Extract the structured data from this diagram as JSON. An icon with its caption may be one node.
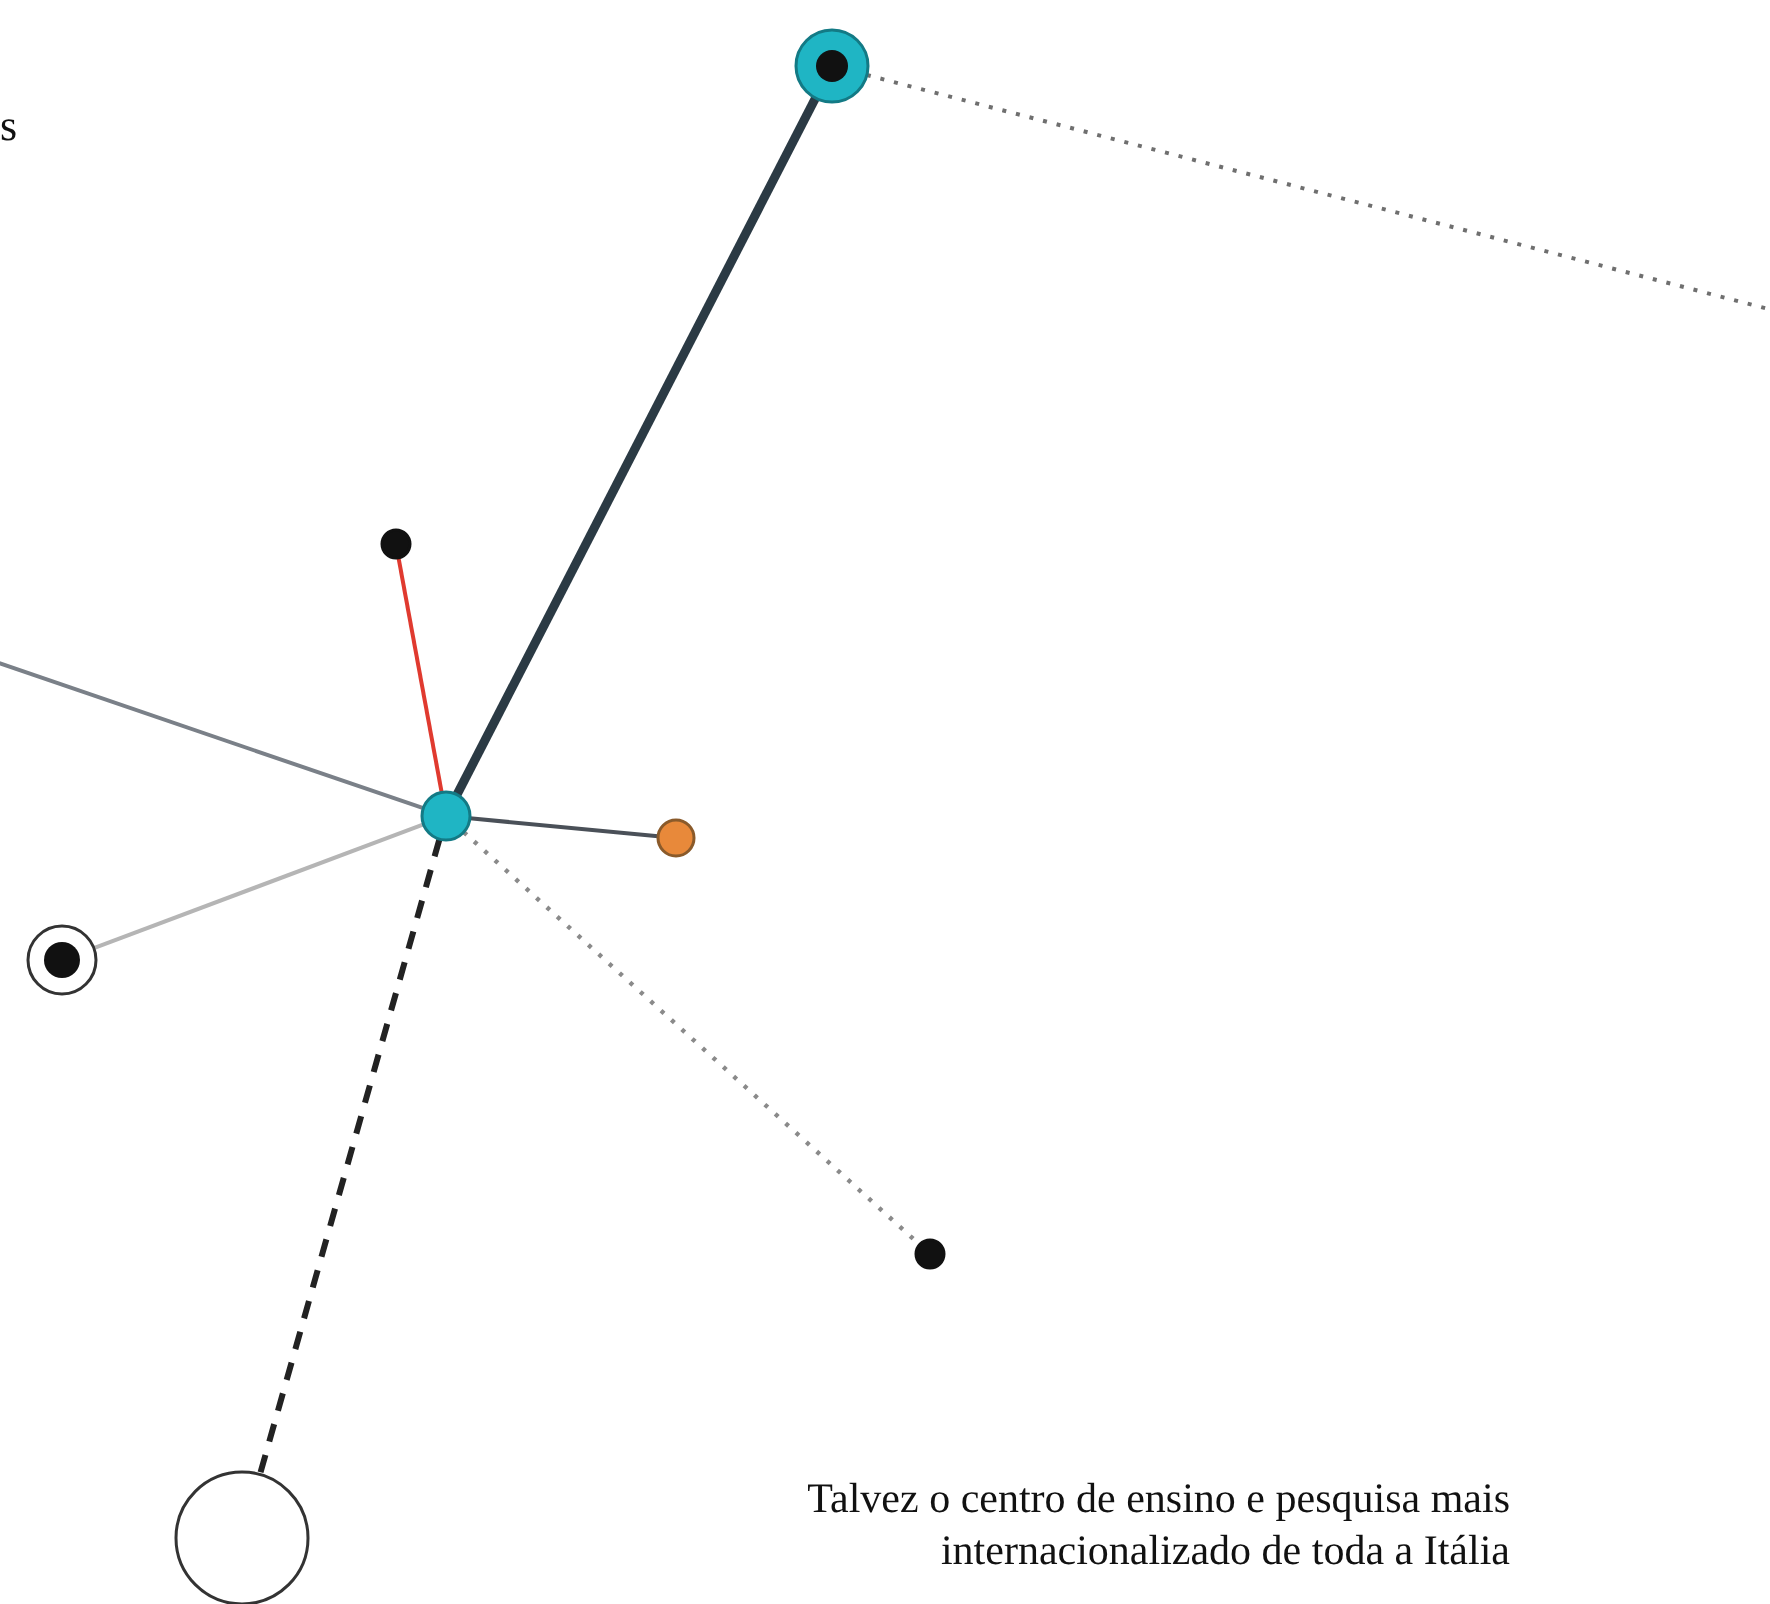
{
  "diagram": {
    "caption": "Talvez o centro de ensino e pesquisa mais internacionalizado de toda a Itália",
    "nodes": [
      {
        "text": [],
        "shape": "circle"
      },
      {
        "text": [],
        "shape": "circle"
      },
      {
        "text": [],
        "shape": "circle"
      },
      {
        "text": [],
        "shape": "circle"
      },
      {
        "text": [],
        "shape": "circle"
      },
      {
        "text": [],
        "shape": "circle"
      },
      {
        "text": [],
        "shape": "circle"
      }
    ],
    "edges": [
      {
        "from": 0,
        "to": 1,
        "arrow": "none",
        "style": "thick",
        "color": "#2b3a44"
      },
      {
        "from": 0,
        "to": 2,
        "arrow": "none",
        "color": "#e03a2f"
      },
      {
        "from": null,
        "to": 0,
        "arrow": "none",
        "color": "#7a8088"
      },
      {
        "from": 0,
        "to": 3,
        "arrow": "none",
        "color": "#4a5058"
      },
      {
        "from": 0,
        "to": 4,
        "arrow": "none",
        "color": "#b5b5b5"
      },
      {
        "from": 0,
        "to": 5,
        "arrow": "none",
        "style": "dashed",
        "color": "#8a8a8a"
      },
      {
        "from": 0,
        "to": 6,
        "arrow": "none",
        "style": "dashed",
        "color": "#222222"
      },
      {
        "from": 1,
        "to": null,
        "arrow": "none",
        "style": "dashed",
        "color": "#6f6f6f"
      }
    ],
    "labels": [
      "s"
    ]
  }
}
